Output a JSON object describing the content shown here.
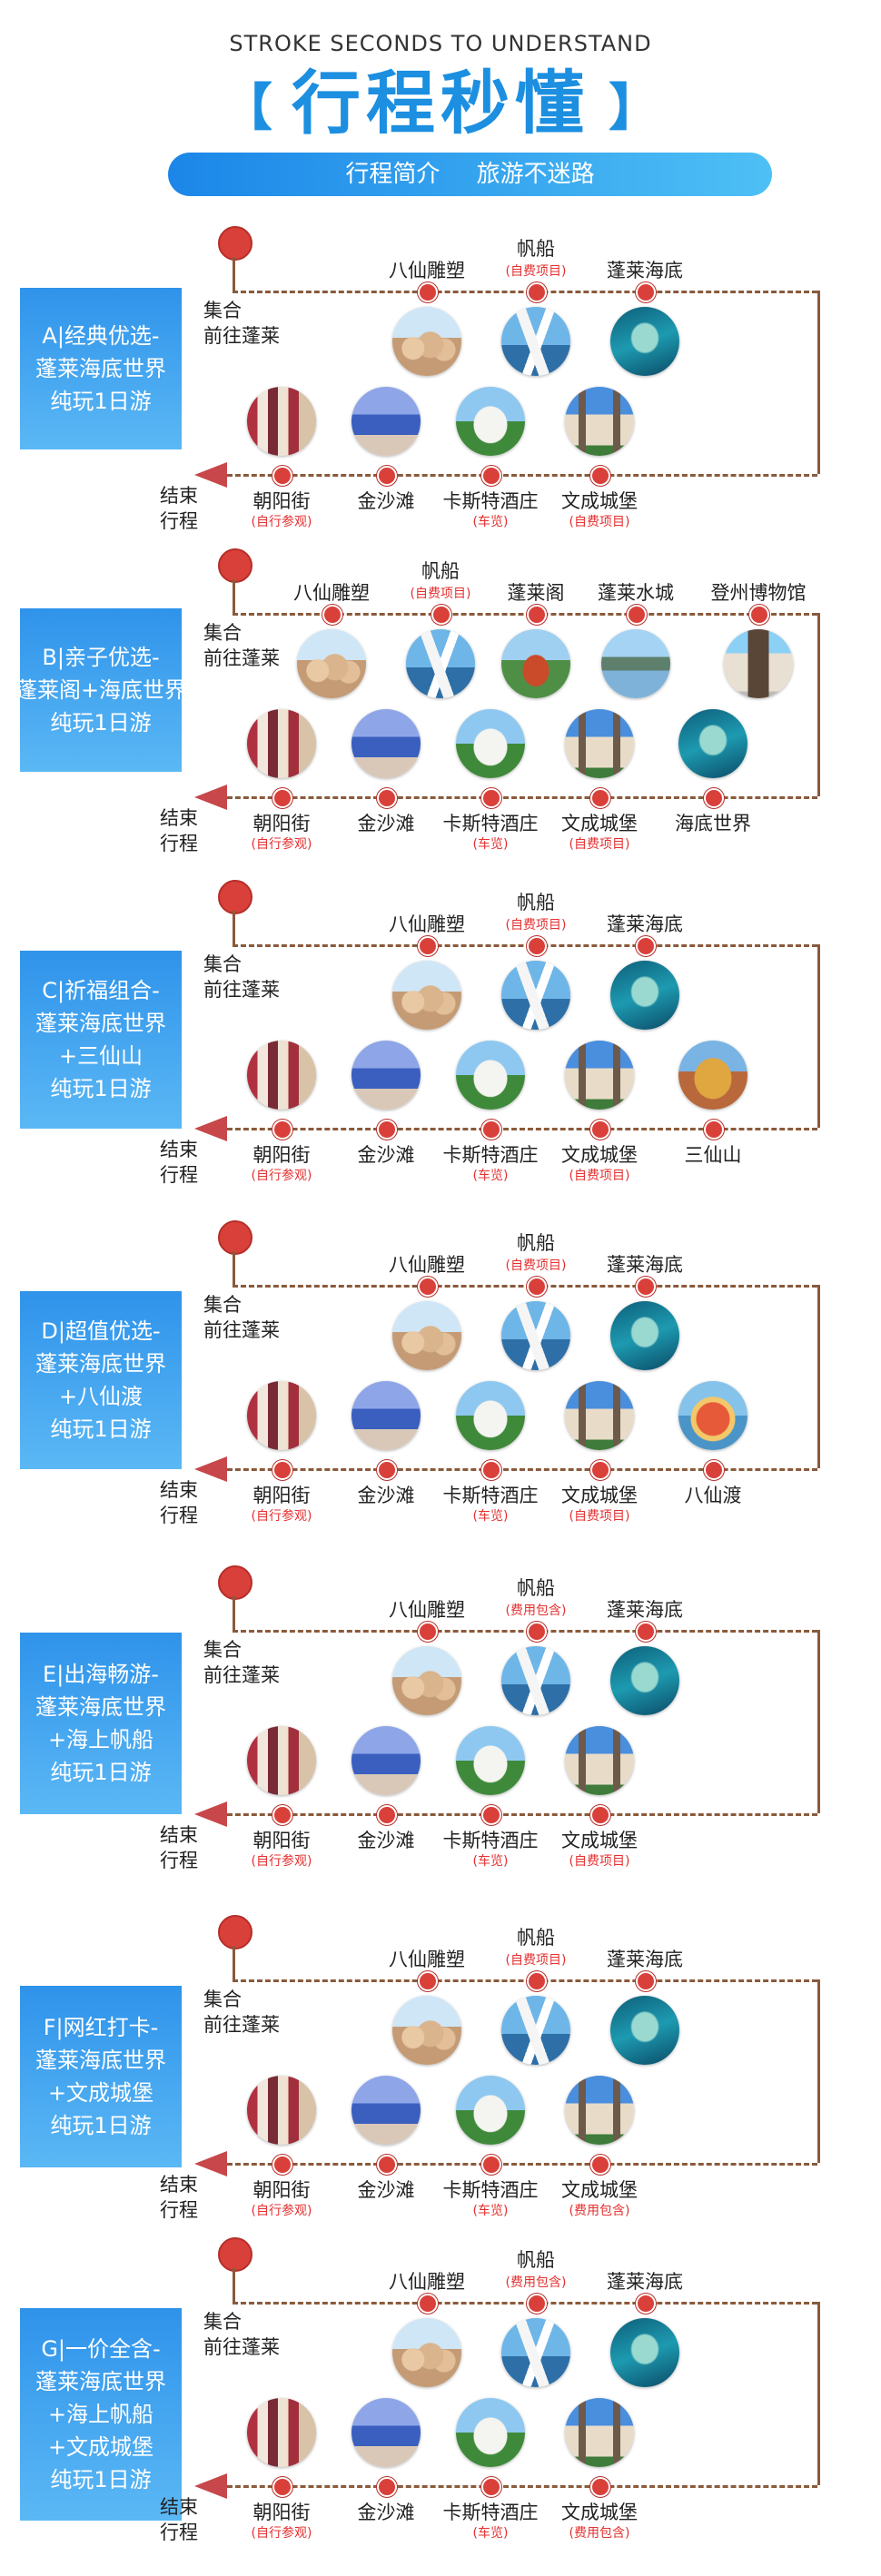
{
  "header": {
    "subtitle": "STROKE SECONDS TO UNDERSTAND",
    "bracket_left": "【",
    "title": "行程秒懂",
    "bracket_right": "】",
    "pill_left": "行程简介",
    "pill_right": "旅游不迷路"
  },
  "route": {
    "start_line1": "集合",
    "start_line2": "前往蓬莱",
    "end_line1": "结束",
    "end_line2": "行程"
  },
  "sections": [
    {
      "card": [
        "A|经典优选-",
        "蓬莱海底世界",
        "纯玩1日游"
      ],
      "top": [
        {
          "label": "八仙雕塑",
          "photo": "sculpture-photo"
        },
        {
          "label": "帆船",
          "sub": "(自费项目)",
          "photo": "sailboat-photo"
        },
        {
          "label": "蓬莱海底",
          "photo": "ocean-photo"
        }
      ],
      "bottom": [
        {
          "label": "朝阳街",
          "sub": "(自行参观)",
          "photo": "street-photo"
        },
        {
          "label": "金沙滩",
          "photo": "beach-photo"
        },
        {
          "label": "卡斯特酒庄",
          "sub": "(车览)",
          "photo": "winery-photo"
        },
        {
          "label": "文成城堡",
          "sub": "(自费项目)",
          "photo": "castle-photo"
        }
      ]
    },
    {
      "card": [
        "B|亲子优选-",
        "蓬莱阁+海底世界",
        "纯玩1日游"
      ],
      "top": [
        {
          "label": "八仙雕塑",
          "photo": "sculpture-photo"
        },
        {
          "label": "帆船",
          "sub": "(自费项目)",
          "photo": "sailboat-photo"
        },
        {
          "label": "蓬莱阁",
          "photo": "pavilion-photo"
        },
        {
          "label": "蓬莱水城",
          "photo": "watercity-photo"
        },
        {
          "label": "登州博物馆",
          "photo": "museum-photo"
        }
      ],
      "bottom": [
        {
          "label": "朝阳街",
          "sub": "(自行参观)",
          "photo": "street-photo"
        },
        {
          "label": "金沙滩",
          "photo": "beach-photo"
        },
        {
          "label": "卡斯特酒庄",
          "sub": "(车览)",
          "photo": "winery-photo"
        },
        {
          "label": "文成城堡",
          "sub": "(自费项目)",
          "photo": "castle-photo"
        },
        {
          "label": "海底世界",
          "photo": "ocean-photo"
        }
      ]
    },
    {
      "card": [
        "C|祈福组合-",
        "蓬莱海底世界",
        "+三仙山",
        "纯玩1日游"
      ],
      "top": [
        {
          "label": "八仙雕塑",
          "photo": "sculpture-photo"
        },
        {
          "label": "帆船",
          "sub": "(自费项目)",
          "photo": "sailboat-photo"
        },
        {
          "label": "蓬莱海底",
          "photo": "ocean-photo"
        }
      ],
      "bottom": [
        {
          "label": "朝阳街",
          "sub": "(自行参观)",
          "photo": "street-photo"
        },
        {
          "label": "金沙滩",
          "photo": "beach-photo"
        },
        {
          "label": "卡斯特酒庄",
          "sub": "(车览)",
          "photo": "winery-photo"
        },
        {
          "label": "文成城堡",
          "sub": "(自费项目)",
          "photo": "castle-photo"
        },
        {
          "label": "三仙山",
          "photo": "temple-photo"
        }
      ]
    },
    {
      "card": [
        "D|超值优选-",
        "蓬莱海底世界",
        "+八仙渡",
        "纯玩1日游"
      ],
      "top": [
        {
          "label": "八仙雕塑",
          "photo": "sculpture-photo"
        },
        {
          "label": "帆船",
          "sub": "(自费项目)",
          "photo": "sailboat-photo"
        },
        {
          "label": "蓬莱海底",
          "photo": "ocean-photo"
        }
      ],
      "bottom": [
        {
          "label": "朝阳街",
          "sub": "(自行参观)",
          "photo": "street-photo"
        },
        {
          "label": "金沙滩",
          "photo": "beach-photo"
        },
        {
          "label": "卡斯特酒庄",
          "sub": "(车览)",
          "photo": "winery-photo"
        },
        {
          "label": "文成城堡",
          "sub": "(自费项目)",
          "photo": "castle-photo"
        },
        {
          "label": "八仙渡",
          "photo": "baxiandu-photo"
        }
      ]
    },
    {
      "card": [
        "E|出海畅游-",
        "蓬莱海底世界",
        "+海上帆船",
        "纯玩1日游"
      ],
      "top": [
        {
          "label": "八仙雕塑",
          "photo": "sculpture-photo"
        },
        {
          "label": "帆船",
          "sub": "(费用包含)",
          "photo": "sailboat-photo"
        },
        {
          "label": "蓬莱海底",
          "photo": "ocean-photo"
        }
      ],
      "bottom": [
        {
          "label": "朝阳街",
          "sub": "(自行参观)",
          "photo": "street-photo"
        },
        {
          "label": "金沙滩",
          "photo": "beach-photo"
        },
        {
          "label": "卡斯特酒庄",
          "sub": "(车览)",
          "photo": "winery-photo"
        },
        {
          "label": "文成城堡",
          "sub": "(自费项目)",
          "photo": "castle-photo"
        }
      ]
    },
    {
      "card": [
        "F|网红打卡-",
        "蓬莱海底世界",
        "+文成城堡",
        "纯玩1日游"
      ],
      "top": [
        {
          "label": "八仙雕塑",
          "photo": "sculpture-photo"
        },
        {
          "label": "帆船",
          "sub": "(自费项目)",
          "photo": "sailboat-photo"
        },
        {
          "label": "蓬莱海底",
          "photo": "ocean-photo"
        }
      ],
      "bottom": [
        {
          "label": "朝阳街",
          "sub": "(自行参观)",
          "photo": "street-photo"
        },
        {
          "label": "金沙滩",
          "photo": "beach-photo"
        },
        {
          "label": "卡斯特酒庄",
          "sub": "(车览)",
          "photo": "winery-photo"
        },
        {
          "label": "文成城堡",
          "sub": "(费用包含)",
          "photo": "castle-photo"
        }
      ]
    },
    {
      "card": [
        "G|一价全含-",
        "蓬莱海底世界",
        "+海上帆船",
        "+文成城堡",
        "纯玩1日游"
      ],
      "top": [
        {
          "label": "八仙雕塑",
          "photo": "sculpture-photo"
        },
        {
          "label": "帆船",
          "sub": "(费用包含)",
          "photo": "sailboat-photo"
        },
        {
          "label": "蓬莱海底",
          "photo": "ocean-photo"
        }
      ],
      "bottom": [
        {
          "label": "朝阳街",
          "sub": "(自行参观)",
          "photo": "street-photo"
        },
        {
          "label": "金沙滩",
          "photo": "beach-photo"
        },
        {
          "label": "卡斯特酒庄",
          "sub": "(车览)",
          "photo": "winery-photo"
        },
        {
          "label": "文成城堡",
          "sub": "(费用包含)",
          "photo": "castle-photo"
        }
      ]
    }
  ]
}
